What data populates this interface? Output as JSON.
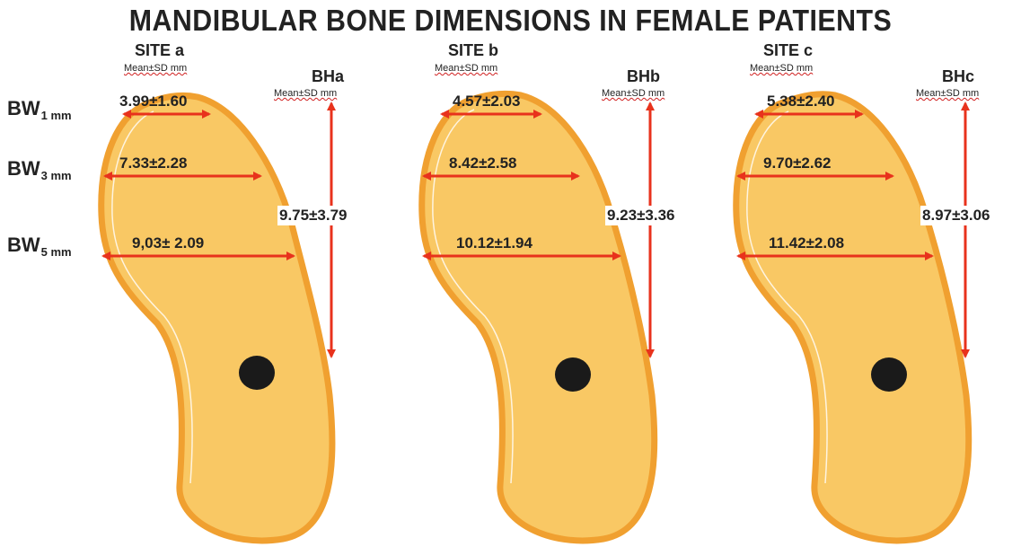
{
  "title": "MANDIBULAR BONE DIMENSIONS IN FEMALE PATIENTS",
  "row_labels": {
    "bw1": {
      "main": "BW",
      "sub": "1 mm"
    },
    "bw3": {
      "main": "BW",
      "sub": "3 mm"
    },
    "bw5": {
      "main": "BW",
      "sub": "5 mm"
    }
  },
  "colors": {
    "bone_fill": "#F9C864",
    "bone_edge": "#F0A030",
    "arrow": "#E8321C",
    "canal": "#1a1a1a"
  },
  "sites": [
    {
      "site_label": "SITE a",
      "site_unit": "Mean±SD mm",
      "height_label": "BHa",
      "height_unit": "Mean±SD mm",
      "bw1": "3.99±1.60",
      "bw3": "7.33±2.28",
      "bw5": "9,03± 2.09",
      "height": "9.75±3.79"
    },
    {
      "site_label": "SITE b",
      "site_unit": "Mean±SD mm",
      "height_label": "BHb",
      "height_unit": "Mean±SD mm",
      "bw1": "4.57±2.03",
      "bw3": "8.42±2.58",
      "bw5": "10.12±1.94",
      "height": "9.23±3.36"
    },
    {
      "site_label": "SITE c",
      "site_unit": "Mean±SD mm",
      "height_label": "BHc",
      "height_unit": "Mean±SD mm",
      "bw1": "5.38±2.40",
      "bw3": "9.70±2.62",
      "bw5": "11.42±2.08",
      "height": "8.97±3.06"
    }
  ]
}
